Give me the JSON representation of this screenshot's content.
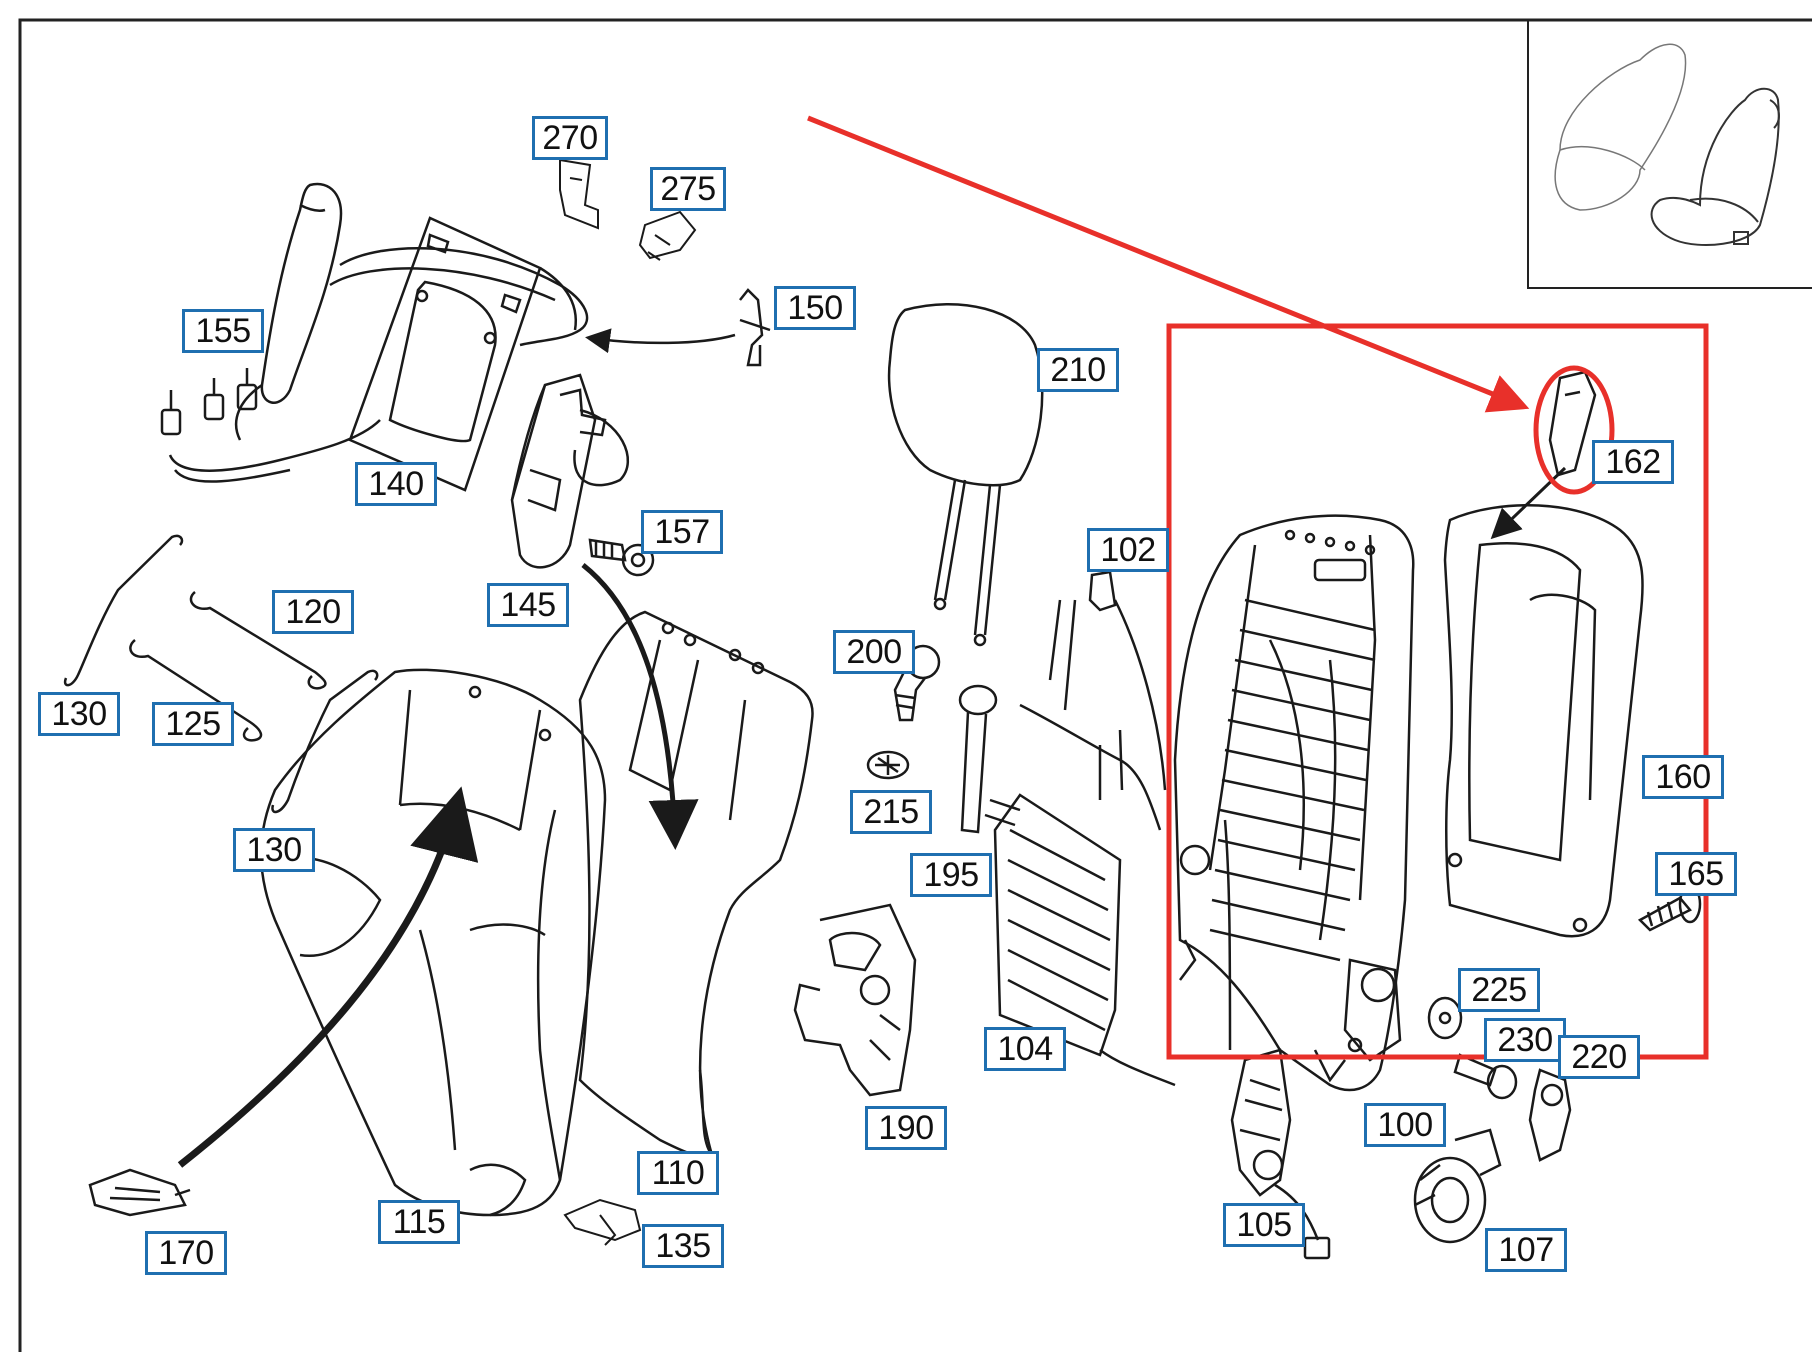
{
  "diagram": {
    "part_labels": [
      "270",
      "275",
      "155",
      "150",
      "140",
      "145",
      "157",
      "210",
      "162",
      "102",
      "120",
      "130",
      "125",
      "200",
      "130",
      "215",
      "195",
      "160",
      "165",
      "104",
      "225",
      "230",
      "220",
      "190",
      "110",
      "100",
      "115",
      "135",
      "170",
      "105",
      "107"
    ],
    "colors": {
      "label_border": "#1f6fb0",
      "highlight": "#e8302a",
      "line_art": "#1a1a1a"
    }
  }
}
